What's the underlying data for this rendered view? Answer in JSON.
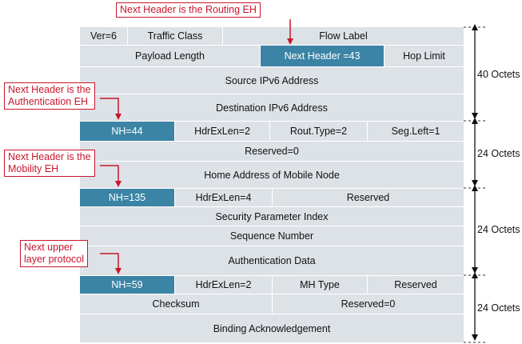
{
  "callouts": {
    "routing": {
      "lines": [
        "Next Header is the Routing EH"
      ]
    },
    "auth": {
      "lines": [
        "Next Header is the",
        "Authentication EH"
      ]
    },
    "mobility": {
      "lines": [
        "Next Header is the",
        "Mobility EH"
      ]
    },
    "upper": {
      "lines": [
        "Next upper",
        "layer protocol"
      ]
    }
  },
  "ipv6_header": {
    "version": "Ver=6",
    "traffic_class": "Traffic Class",
    "flow_label": "Flow Label",
    "payload_length": "Payload Length",
    "next_header": "Next Header =43",
    "hop_limit": "Hop Limit",
    "source": "Source IPv6 Address",
    "destination": "Destination IPv6 Address"
  },
  "routing_eh": {
    "nh": "NH=44",
    "hdr_ext_len": "HdrExLen=2",
    "rout_type": "Rout.Type=2",
    "seg_left": "Seg.Left=1",
    "reserved": "Reserved=0",
    "home_address": "Home Address of Mobile Node"
  },
  "auth_eh": {
    "nh": "NH=135",
    "hdr_ext_len": "HdrExLen=4",
    "reserved": "Reserved",
    "spi": "Security Parameter Index",
    "sequence": "Sequence Number",
    "auth_data": "Authentication Data"
  },
  "mobility_eh": {
    "nh": "NH=59",
    "hdr_ext_len": "HdrExLen=2",
    "mh_type": "MH Type",
    "reserved": "Reserved",
    "checksum": "Checksum",
    "reserved0": "Reserved=0",
    "binding_ack": "Binding Acknowledgement"
  },
  "octets": {
    "ipv6": "40 Octets",
    "routing": "24 Octets",
    "auth": "24 Octets",
    "mobility": "24 Octets"
  },
  "colors": {
    "cell": "#dde2e7",
    "highlight": "#3b84a5",
    "callout": "#c8172d"
  }
}
